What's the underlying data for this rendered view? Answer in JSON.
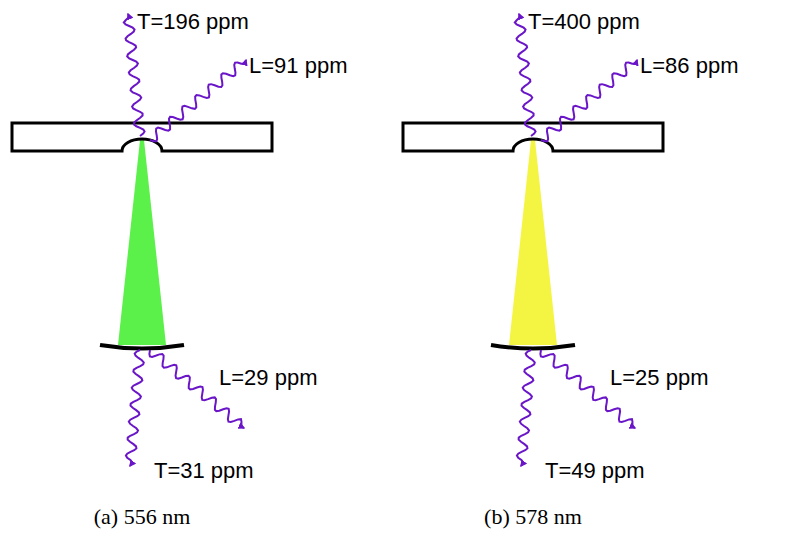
{
  "diagram": {
    "labels": [
      "T=196 ppm",
      "L=91 ppm",
      "L=29 ppm",
      "T=31 ppm",
      "(a) 556 nm",
      "T=400 ppm",
      "L=86 ppm",
      "L=25 ppm",
      "T=49 ppm",
      "(b) 578 nm"
    ]
  }
}
